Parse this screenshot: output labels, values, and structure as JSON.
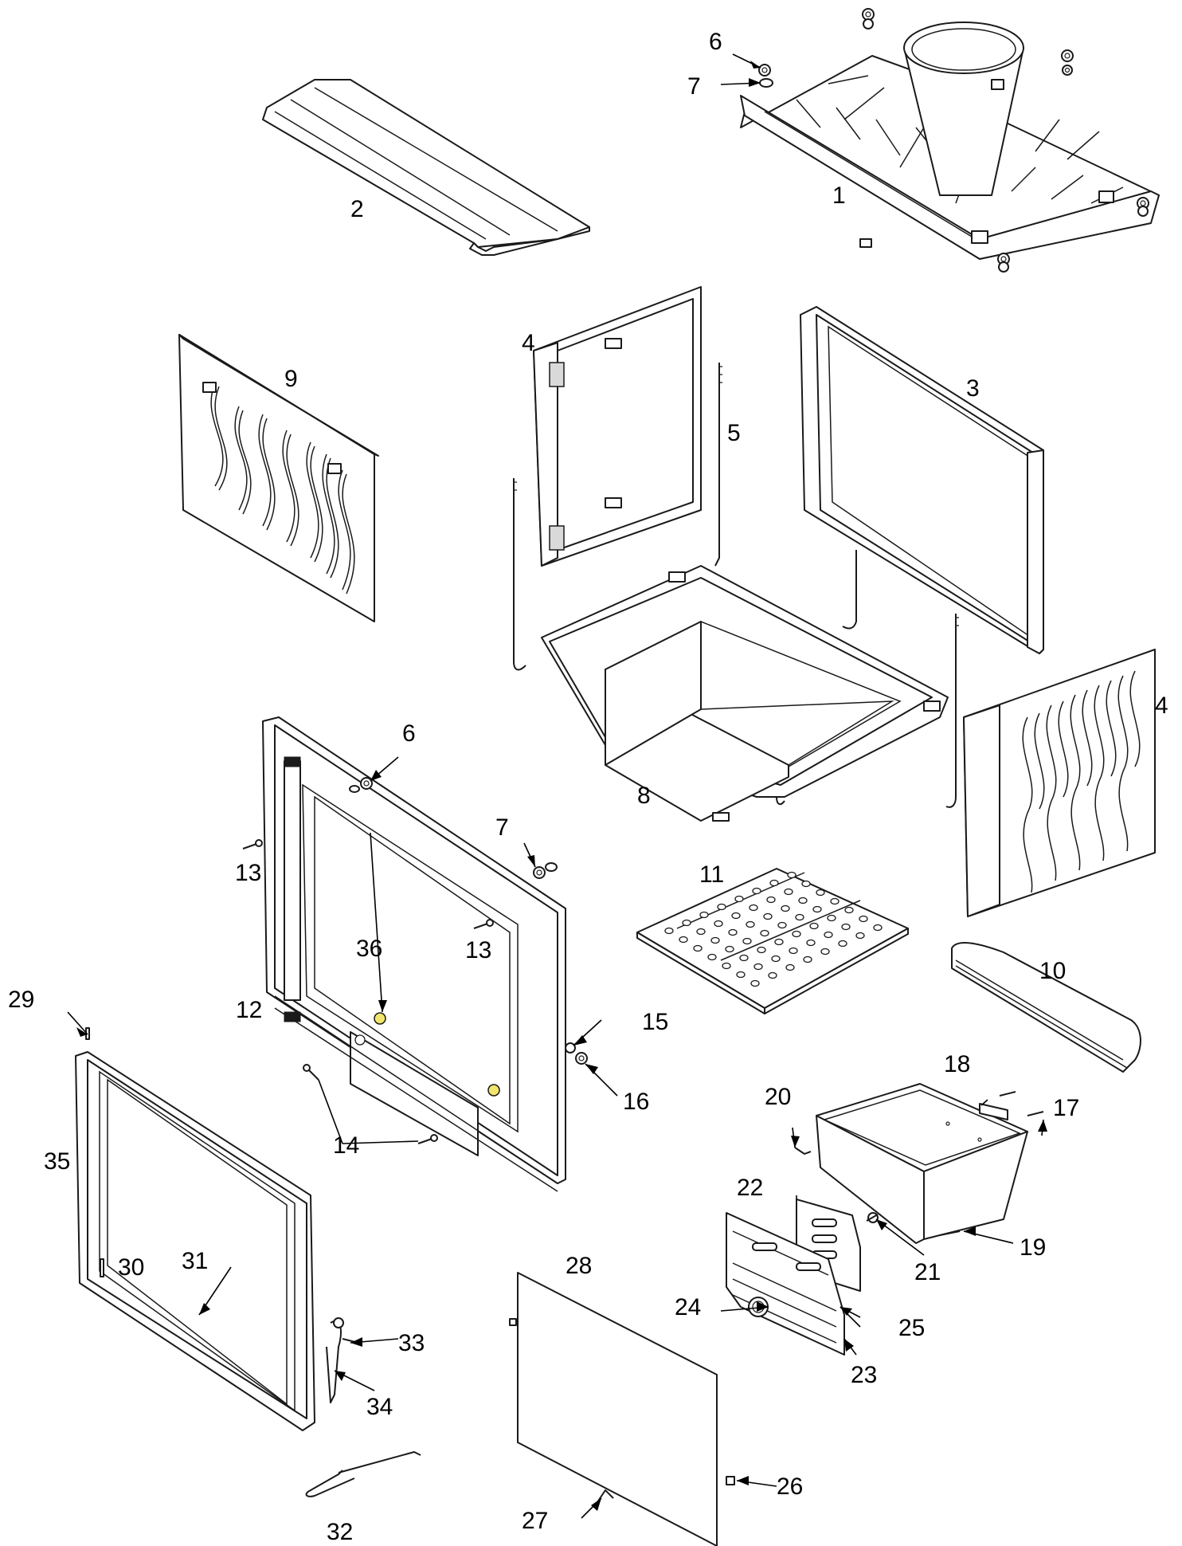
{
  "callouts": [
    {
      "id": "c1",
      "text": "1"
    },
    {
      "id": "c2",
      "text": "2"
    },
    {
      "id": "c3",
      "text": "3"
    },
    {
      "id": "c4a",
      "text": "4"
    },
    {
      "id": "c4b",
      "text": "4"
    },
    {
      "id": "c5",
      "text": "5"
    },
    {
      "id": "c6a",
      "text": "6"
    },
    {
      "id": "c6b",
      "text": "6"
    },
    {
      "id": "c7a",
      "text": "7"
    },
    {
      "id": "c7b",
      "text": "7"
    },
    {
      "id": "c8",
      "text": "8"
    },
    {
      "id": "c9",
      "text": "9"
    },
    {
      "id": "c10",
      "text": "10"
    },
    {
      "id": "c11",
      "text": "11"
    },
    {
      "id": "c12",
      "text": "12"
    },
    {
      "id": "c13a",
      "text": "13"
    },
    {
      "id": "c13b",
      "text": "13"
    },
    {
      "id": "c14",
      "text": "14"
    },
    {
      "id": "c15",
      "text": "15"
    },
    {
      "id": "c16",
      "text": "16"
    },
    {
      "id": "c17",
      "text": "17"
    },
    {
      "id": "c18",
      "text": "18"
    },
    {
      "id": "c19",
      "text": "19"
    },
    {
      "id": "c20",
      "text": "20"
    },
    {
      "id": "c21",
      "text": "21"
    },
    {
      "id": "c22",
      "text": "22"
    },
    {
      "id": "c23",
      "text": "23"
    },
    {
      "id": "c24",
      "text": "24"
    },
    {
      "id": "c25",
      "text": "25"
    },
    {
      "id": "c26",
      "text": "26"
    },
    {
      "id": "c27",
      "text": "27"
    },
    {
      "id": "c28",
      "text": "28"
    },
    {
      "id": "c29",
      "text": "29"
    },
    {
      "id": "c30",
      "text": "30"
    },
    {
      "id": "c31",
      "text": "31"
    },
    {
      "id": "c32",
      "text": "32"
    },
    {
      "id": "c33",
      "text": "33"
    },
    {
      "id": "c34",
      "text": "34"
    },
    {
      "id": "c35",
      "text": "35"
    },
    {
      "id": "c36",
      "text": "36"
    }
  ]
}
